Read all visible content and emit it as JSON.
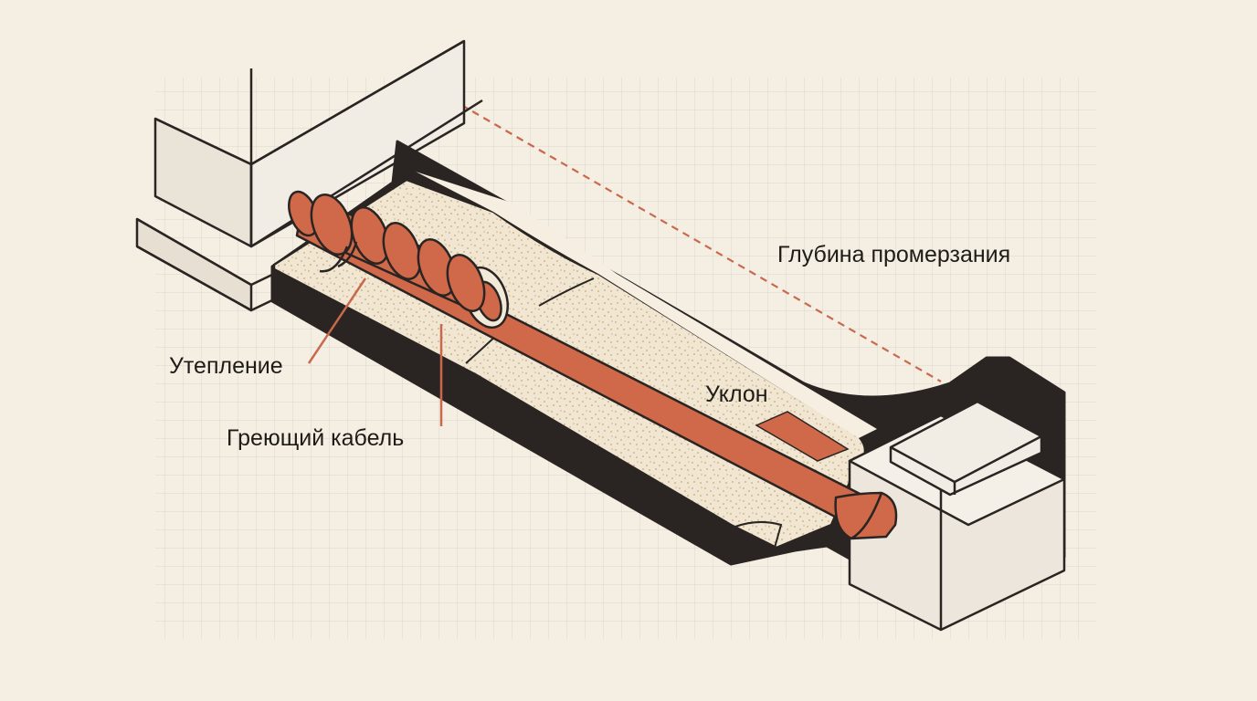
{
  "labels": {
    "frost_depth": "Глубина промерзания",
    "slope": "Уклон",
    "insulation": "Утепление",
    "heating_cable": "Греющий кабель"
  },
  "colors": {
    "background": "#f5efe3",
    "grid": "#d9d4cb",
    "outline": "#2a2522",
    "pipe": "#d0694a",
    "sand": "#f1e6d1",
    "wall": "#ede6da",
    "accent_dashed": "#c9684c"
  }
}
